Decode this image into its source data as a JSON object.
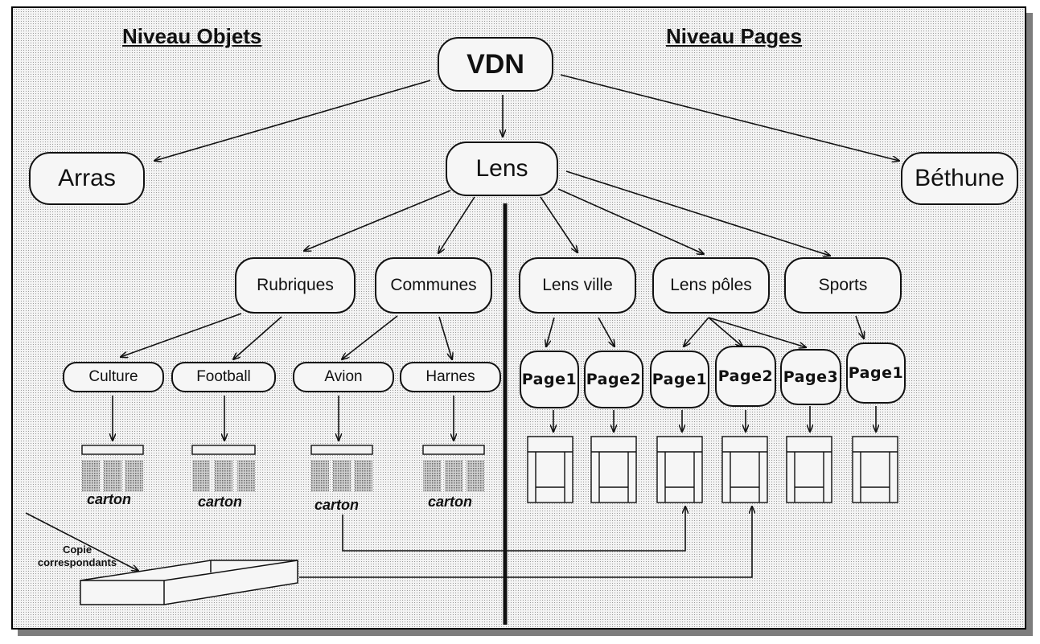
{
  "headings": {
    "left": "Niveau Objets",
    "right": "Niveau Pages"
  },
  "nodes": {
    "root": "VDN",
    "arras": "Arras",
    "lens": "Lens",
    "bethune": "Béthune",
    "rubriques": "Rubriques",
    "communes": "Communes",
    "lens_ville": "Lens ville",
    "lens_poles": "Lens pôles",
    "sports": "Sports",
    "culture": "Culture",
    "football": "Football",
    "avion": "Avion",
    "harnes": "Harnes"
  },
  "pages": [
    "Page1",
    "Page2",
    "Page1",
    "Page2",
    "Page3",
    "Page1"
  ],
  "carton_label": "carton",
  "note": {
    "line1": "Copie",
    "line2": "correspondants"
  }
}
